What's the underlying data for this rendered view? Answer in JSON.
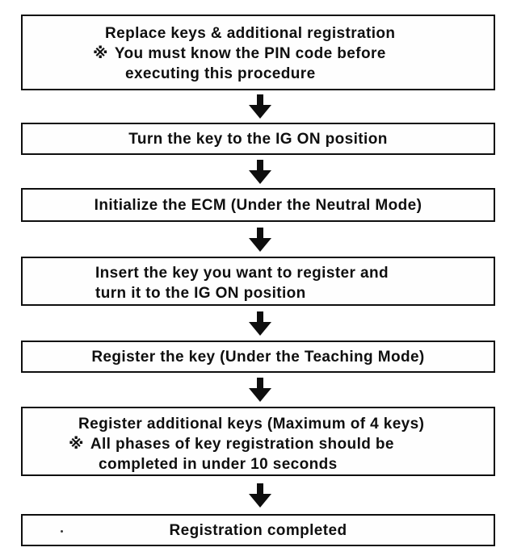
{
  "page": {
    "paper_color": "#ffffff",
    "ink_color": "#0e0e0e"
  },
  "flowchart": {
    "type": "vertical-flow",
    "arrow_icon": "down-arrow",
    "steps": {
      "s1": {
        "line1": "Replace keys & additional registration",
        "note_marker": "※",
        "note_line1": "You must know the PIN code before",
        "note_line2": "executing this procedure"
      },
      "s2": {
        "line1": "Turn the key to the IG ON position"
      },
      "s3": {
        "line1": "Initialize the ECM (Under the Neutral Mode)"
      },
      "s4": {
        "line1": "Insert the key you want to register and",
        "line2": "turn it to the IG ON position"
      },
      "s5": {
        "line1": "Register the key (Under the Teaching Mode)"
      },
      "s6": {
        "line1": "Register additional keys (Maximum of 4 keys)",
        "note_marker": "※",
        "note_line1": "All phases of key registration should be",
        "note_line2": "completed in under 10 seconds"
      },
      "s7": {
        "line1": "Registration completed"
      }
    }
  }
}
